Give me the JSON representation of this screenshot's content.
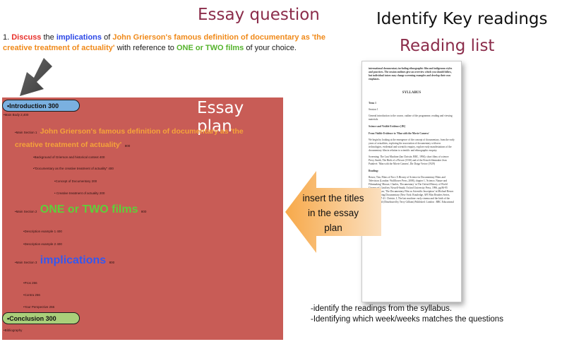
{
  "essay_question": {
    "title": "Essay question",
    "parts": [
      {
        "text": "1. ",
        "style": "plain"
      },
      {
        "text": "Discuss",
        "style": "red"
      },
      {
        "text": " the ",
        "style": "plain"
      },
      {
        "text": "implications",
        "style": "blue"
      },
      {
        "text": " of ",
        "style": "plain"
      },
      {
        "text": "John Grierson's famous definition of documentary as 'the creative treatment of actuality'",
        "style": "orange"
      },
      {
        "text": " with reference to ",
        "style": "plain"
      },
      {
        "text": "ONE or TWO films",
        "style": "green"
      },
      {
        "text": " of your choice.",
        "style": "plain"
      }
    ]
  },
  "essay_plan": {
    "title": "Essay plan",
    "introduction": "•Introduction 300",
    "main_body": "•Main Body 2,400",
    "section1_prefix": "•Main Section 1",
    "section1_topic": "John Grierson's famous definition of documentary as 'the creative treatment of actuality'",
    "section1_count": "800",
    "background": "•Background of Grierson and historical context 400",
    "documentary_def": "•\"Documentary as the creative treatment of actuality\" 400",
    "concept": "•Concept of Documentary 200",
    "creative": "• Creative treatment of actuality 200",
    "section2_prefix": "•Main Section 2",
    "section2_topic": "ONE or TWO films",
    "section2_count": "800",
    "example1": "•Description example 1 400",
    "example2": "•Description example 2 400",
    "section3_prefix": "•Main Section 3",
    "section3_topic": "implications",
    "section3_count": "800",
    "pros": "•Pros 266",
    "cons": "•Contra 266",
    "perspective": "•Your Perspective 266",
    "conclusion": "•Conclusion 300",
    "bibliography": "•Bibliography"
  },
  "key_readings": {
    "title": "Identify Key readings",
    "subtitle": "Reading list"
  },
  "syllabus_doc": {
    "intro_lines": "international documentary including ethnographic film and indigenous styles and practices. The session outlines give an overview which you should follow, but individual tutors may change screening examples and develop their own emphases.",
    "heading": "SYLLABUS",
    "term": "Term 1",
    "session": "Session 1",
    "session_text": "General introduction to the course, outline of the programme, reading and viewing materials.",
    "topic": "Science and Visible Evidence [JR]",
    "subtopic": "From Visible Evidence to 'Man with the Movie Camera'",
    "body": "We begin by looking at the emergence of the concept of documentary, from the early years of actualities, exploring the association of documentary with new technologies, evidential and scientific enquiry, explore early manifestations of the documentary film in relation to scientific and ethnographic enquiry.",
    "screening": "Screening: The Last Machine (Ian Christie, BBC, 1994); short films of science: Percy Smith, The Birth of a Flower (1910) and of the French filmmaker Jean Painlevé. 'Man with the Movie Camera', Dir Dziga Vertov (1929)",
    "reading_head": "Reading:",
    "reading": "Renov, Tim, Films of Fact: A History of Science in Documentary Films and Television (London: Wallflower Press, 2008), chapter 1, 'Science, Nature and Filmmaking' Musser, Charles, 'Documentary' in The Oxford History of World Cinema ed. Geoffrey Nowell-Smith, Oxford University Press, 1996, pp.86-95 Winston, Brian, 'The Documentary Film as Scientific Inscription' in Michael Renov (ed.) Theorizing Documentary (New York: Routledge, AFI Film Readers Series, 1993), pp. 37-41. Christie, I, The last machine: early cinema and the birth of the modern world (Distributed by Terry Gilliam) Published: London : BBC Educational"
  },
  "insert_arrow": {
    "text": "insert the titles in the essay plan",
    "color": "#f7b45a"
  },
  "notes": {
    "line1": "-identify the readings from the syllabus.",
    "line2": "-Identifying which week/weeks matches the questions"
  },
  "colors": {
    "plan_bg": "#c85c56",
    "intro_pill": "#7ab0e0",
    "conclusion_pill": "#a9cf7a",
    "heading_maroon": "#8b2c4a"
  }
}
